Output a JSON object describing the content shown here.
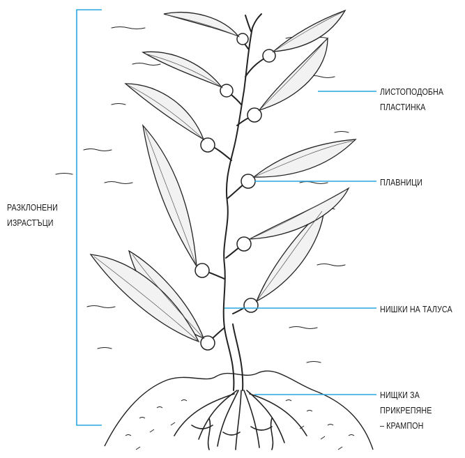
{
  "colors": {
    "leader": "#29a7df",
    "ink": "#1a1a1a",
    "background": "#ffffff"
  },
  "labels": {
    "branched_outgrowths": [
      "РАЗКЛОНЕНИ",
      "ИЗРАСТЪЦИ"
    ],
    "leaf_like_blade": [
      "ЛИСТОПОДОБНА",
      "ПЛАСТИНКА"
    ],
    "floats": [
      "ПЛАВНИЦИ"
    ],
    "thallus_threads": [
      "НИШКИ НА ТАЛУСА"
    ],
    "holdfast": [
      "НИЩКИ ЗА",
      "ПРИКРЕПЯНЕ",
      "– КРАМПОН"
    ]
  }
}
